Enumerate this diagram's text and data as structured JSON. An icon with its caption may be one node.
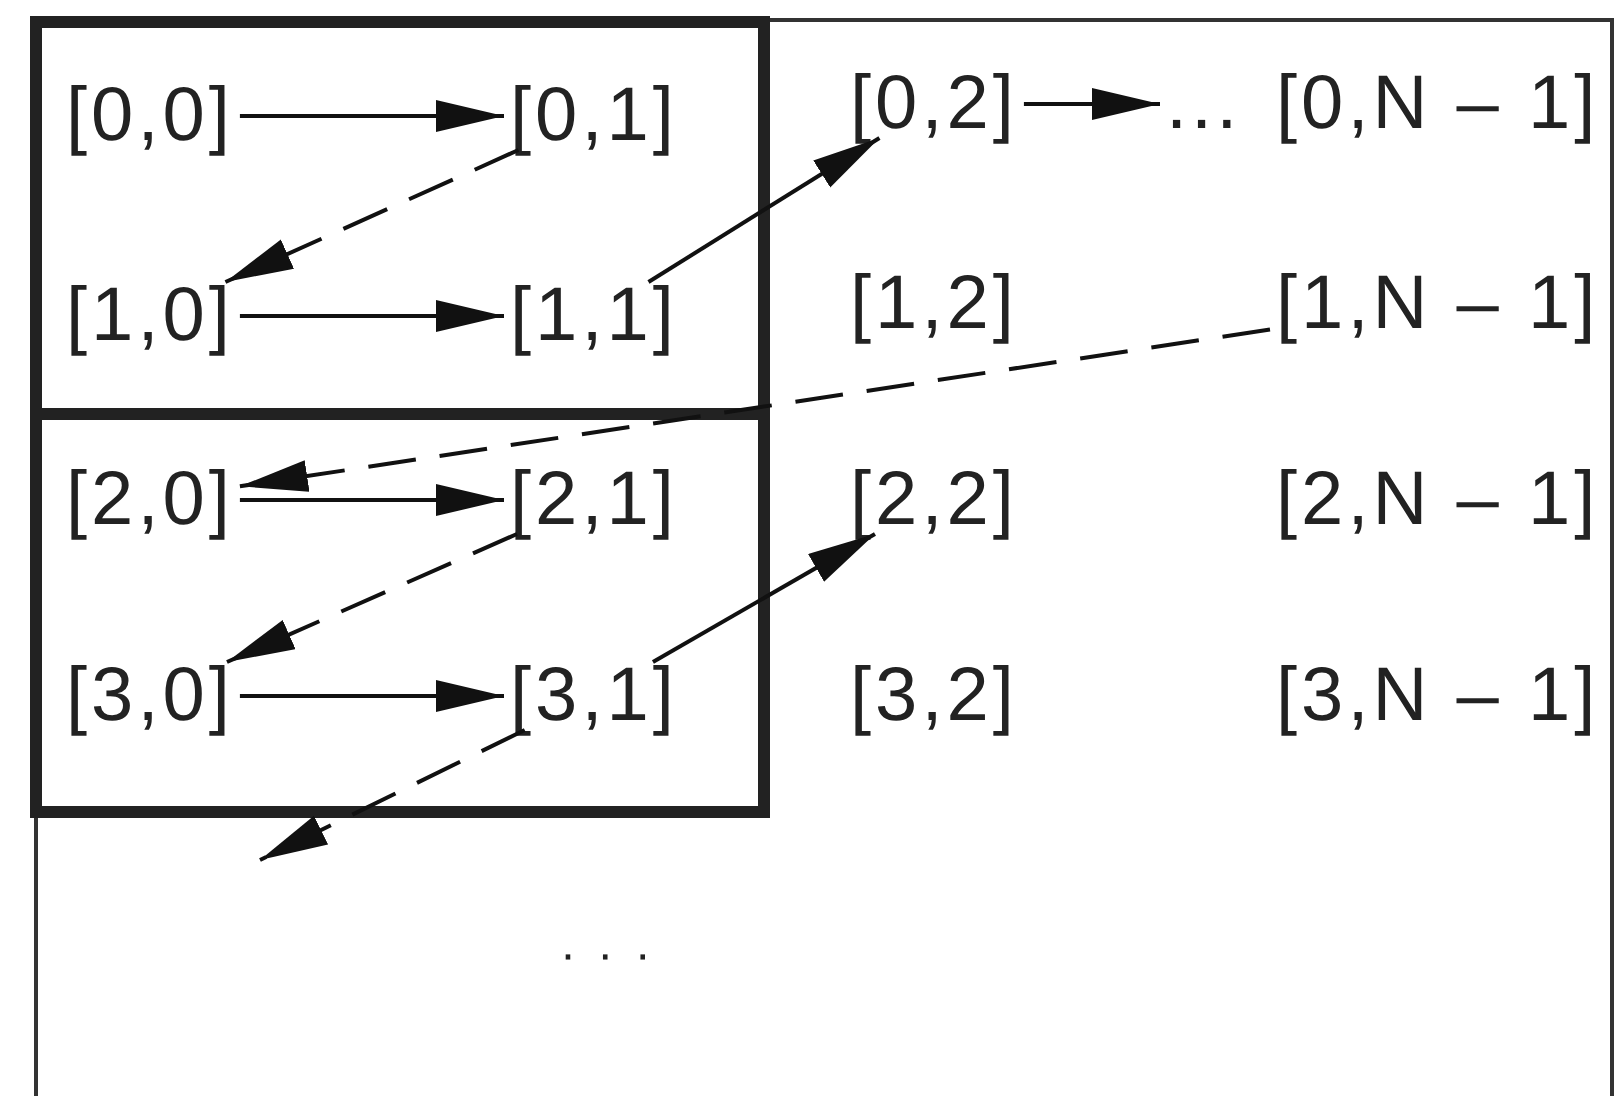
{
  "diagram": {
    "nodes": [
      {
        "text": [],
        "shape": "box"
      },
      {
        "text": [
          "[0,0]"
        ],
        "in": 0
      },
      {
        "text": [
          "[0,1]"
        ],
        "in": 0
      },
      {
        "text": [
          "[1,0]"
        ],
        "in": 0
      },
      {
        "text": [
          "[1,1]"
        ],
        "in": 0
      },
      {
        "text": [
          "[0,2]"
        ]
      },
      {
        "text": [
          "..."
        ]
      },
      {
        "text": [
          "[0,N – 1]"
        ]
      },
      {
        "text": [
          "[1,2]"
        ]
      },
      {
        "text": [
          "[1,N – 1]"
        ]
      },
      {
        "text": [],
        "shape": "box"
      },
      {
        "text": [
          "[2,0]"
        ],
        "in": 10
      },
      {
        "text": [
          "[2,1]"
        ],
        "in": 10
      },
      {
        "text": [
          "[3,0]"
        ],
        "in": 10
      },
      {
        "text": [
          "[3,1]"
        ],
        "in": 10
      },
      {
        "text": [
          "[2,2]"
        ]
      },
      {
        "text": [
          "[2,N – 1]"
        ]
      },
      {
        "text": [
          "[3,2]"
        ]
      },
      {
        "text": [
          "[3,N – 1]"
        ]
      }
    ],
    "edges": [
      {
        "from": 1,
        "to": 2,
        "arrow": "to"
      },
      {
        "from": 2,
        "to": 3,
        "arrow": "to",
        "style": "dashed"
      },
      {
        "from": 3,
        "to": 4,
        "arrow": "to"
      },
      {
        "from": 4,
        "to": 5,
        "arrow": "to"
      },
      {
        "from": 5,
        "to": 6,
        "arrow": "to"
      },
      {
        "from": 9,
        "to": 11,
        "arrow": "to",
        "style": "dashed"
      },
      {
        "from": 11,
        "to": 12,
        "arrow": "to"
      },
      {
        "from": 12,
        "to": 13,
        "arrow": "to",
        "style": "dashed"
      },
      {
        "from": 13,
        "to": 14,
        "arrow": "to"
      },
      {
        "from": 14,
        "to": 15,
        "arrow": "to"
      },
      {
        "from": 14,
        "to": null,
        "arrow": "to",
        "style": "dashed"
      }
    ],
    "labels": [
      "· · ·"
    ]
  }
}
